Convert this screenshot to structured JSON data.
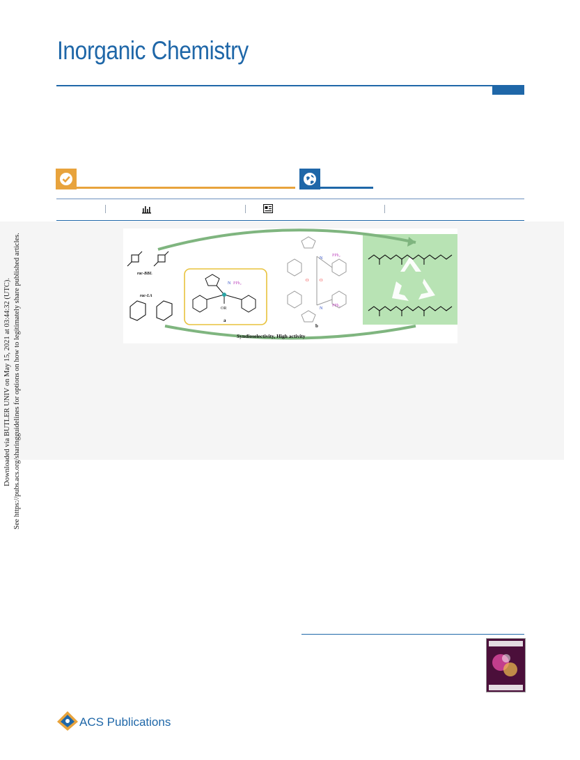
{
  "header": {
    "journal_title": "Inorganic Chemistry"
  },
  "icons": {
    "open_access": "check-icon",
    "globe": "globe-icon",
    "metrics": "bar-chart-icon",
    "recommendations": "article-icon"
  },
  "colors": {
    "brand_blue": "#1f67a8",
    "access_orange": "#e8a33c"
  },
  "toc_graphic": {
    "label_bbl": "rac-BBL",
    "label_la": "rac-LA",
    "label_a": "a",
    "label_b": "b",
    "caption": "Syndioselectivity, High activity"
  },
  "side_notice": {
    "line1": "Downloaded via BUTLER UNIV on May 15, 2021 at 03:44:32 (UTC).",
    "line2": "See https://pubs.acs.org/sharingguidelines for options on how to legitimately share published articles."
  },
  "footer": {
    "publisher": "ACS Publications"
  }
}
